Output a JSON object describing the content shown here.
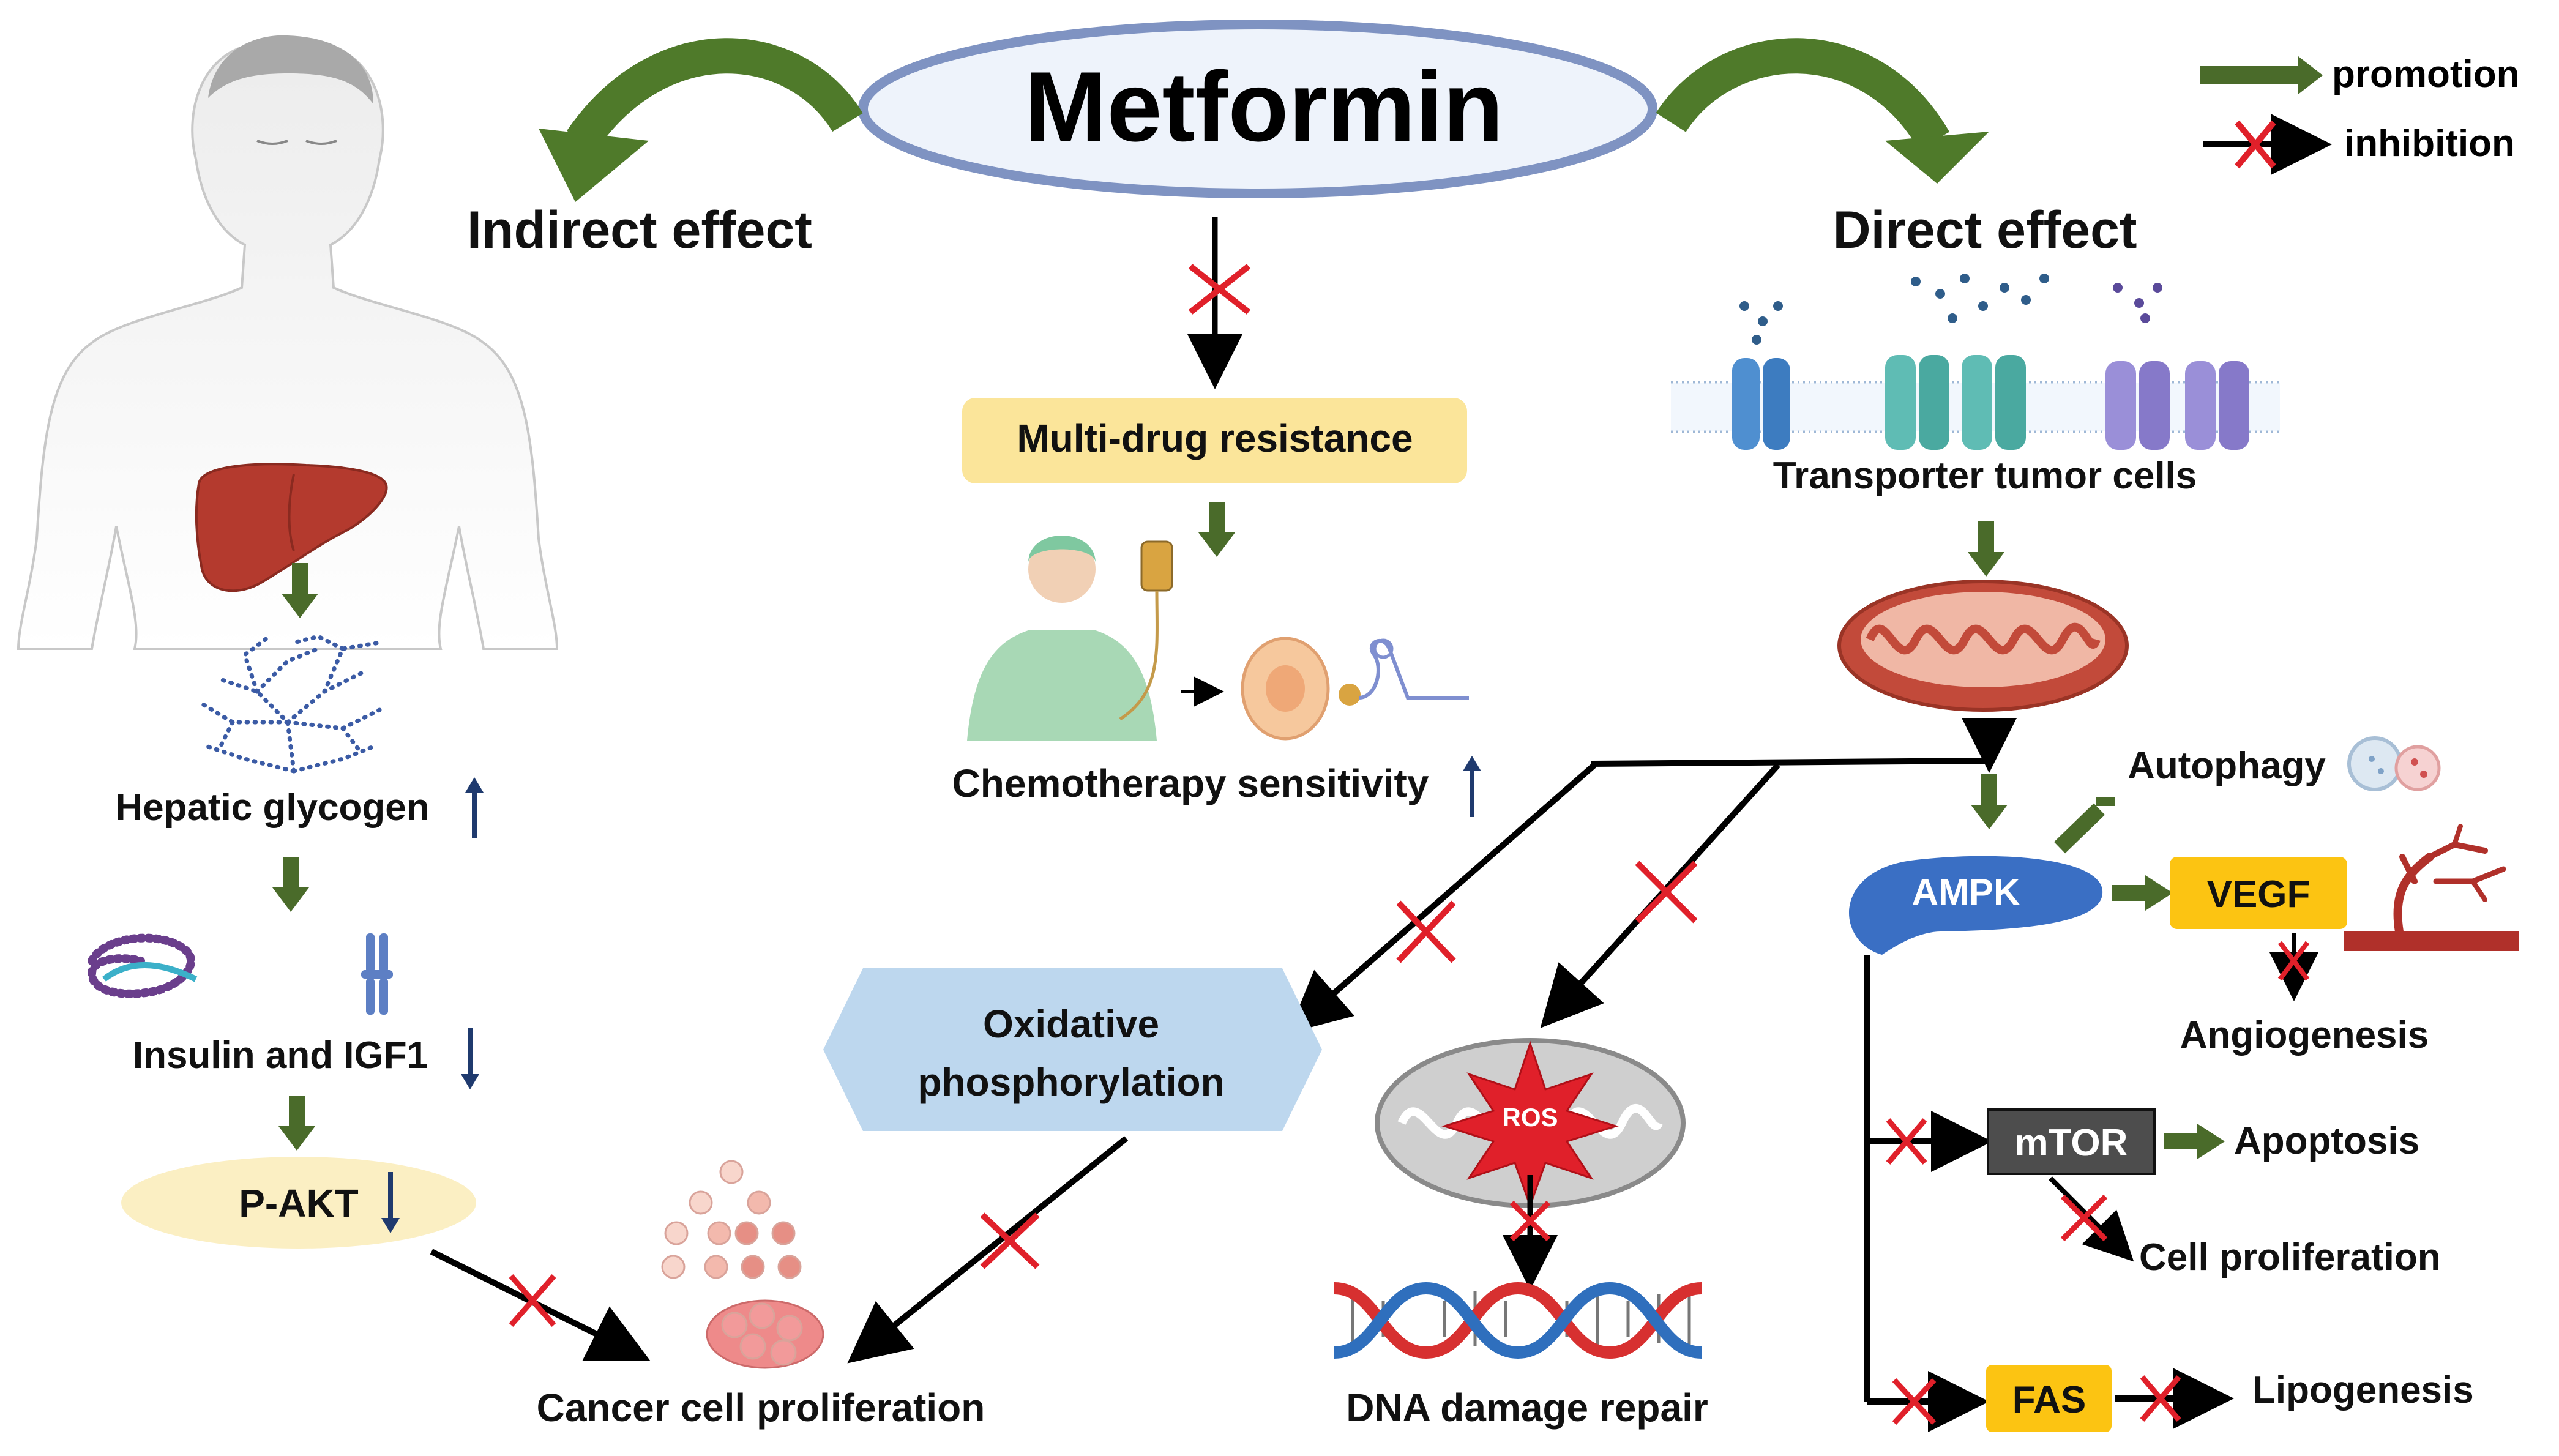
{
  "title": "Metformin",
  "legend": {
    "promotion": "promotion",
    "inhibition": "inhibition"
  },
  "indirect": {
    "heading": "Indirect effect",
    "hepatic_glycogen": "Hepatic glycogen",
    "insulin_igf1": "Insulin and IGF1",
    "p_akt": "P-AKT",
    "cancer_prolif": "Cancer cell proliferation"
  },
  "center": {
    "mdr": "Multi-drug resistance",
    "chemo": "Chemotherapy sensitivity",
    "oxphos_line1": "Oxidative",
    "oxphos_line2": "phosphorylation",
    "ros": "ROS",
    "dna": "DNA damage repair"
  },
  "direct": {
    "heading": "Direct effect",
    "transporter": "Transporter tumor cells",
    "autophagy": "Autophagy",
    "ampk": "AMPK",
    "vegf": "VEGF",
    "angiogenesis": "Angiogenesis",
    "mtor": "mTOR",
    "apoptosis": "Apoptosis",
    "cell_prolif": "Cell proliferation",
    "fas": "FAS",
    "lipogenesis": "Lipogenesis"
  },
  "colors": {
    "promotion_green": "#4a6b2a",
    "inhibition_red": "#e0202a",
    "title_oval_fill": "#eef3fb",
    "title_oval_stroke": "#7f93c2",
    "mdr_box": "#fbe59a",
    "p_akt_oval": "#fbefc3",
    "oxphos_hex": "#bdd7ee",
    "ampk_oval": "#3a6fc4",
    "vegf_box": "#fcc412",
    "mtor_box": "#4d4d4d",
    "fas_box": "#fcc412",
    "up_down_arrow": "#1f3a6e"
  }
}
